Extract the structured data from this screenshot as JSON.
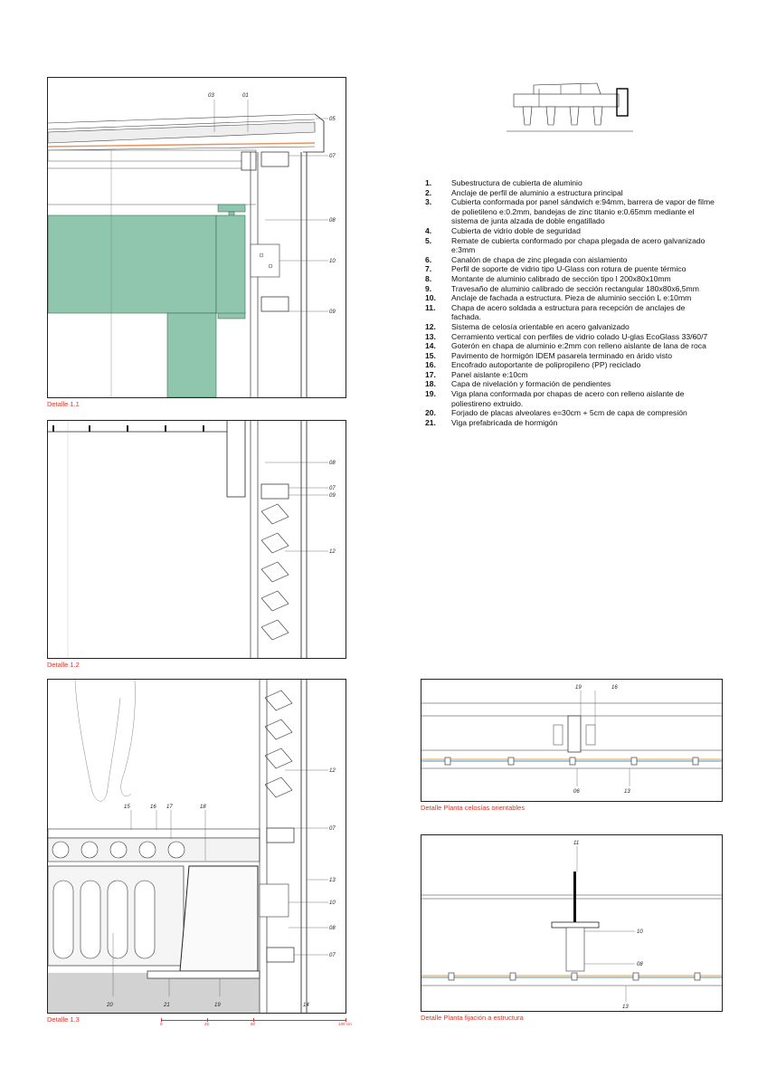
{
  "legend": [
    {
      "num": "1.",
      "text": "Subestructura de cubierta de aluminio"
    },
    {
      "num": "2.",
      "text": "Anclaje de perfil de aluminio a estructura principal"
    },
    {
      "num": "3.",
      "text": "Cubierta conformada por panel sándwich e:94mm, barrera de vapor de filme de polietileno e:0.2mm, bandejas de zinc titanio e:0.65mm mediante el sistema de junta alzada de doble engatillado"
    },
    {
      "num": "4.",
      "text": "Cubierta de vidrio doble de seguridad"
    },
    {
      "num": "5.",
      "text": "Remate de cubierta conformado por chapa plegada de acero galvanizado e:3mm"
    },
    {
      "num": "6.",
      "text": "Canalón de chapa de zinc plegada con aislamiento"
    },
    {
      "num": "7.",
      "text": "Perfil de soporte de vidrio tipo U-Glass con rotura de puente térmico"
    },
    {
      "num": "8.",
      "text": "Montante de aluminio calibrado de sección tipo I 200x80x10mm"
    },
    {
      "num": "9.",
      "text": "Travesaño de aluminio calibrado de sección rectangular 180x80x6,5mm"
    },
    {
      "num": "10.",
      "text": "Anclaje de fachada a estructura. Pieza de aluminio sección L e:10mm"
    },
    {
      "num": "11.",
      "text": "Chapa de acero soldada a estructura para recepción de anclajes de fachada."
    },
    {
      "num": "12.",
      "text": "Sistema de celosía orientable en acero galvanizado"
    },
    {
      "num": "13.",
      "text": "Cerramiento vertical con perfiles de vidrio colado U-glas EcoGlass 33/60/7"
    },
    {
      "num": "14.",
      "text": "Goterón en chapa de aluminio e:2mm con relleno aislante de lana de roca"
    },
    {
      "num": "15.",
      "text": "Pavimento de hormigón IDEM pasarela terminado en árido visto"
    },
    {
      "num": "16.",
      "text": "Encofrado autoportante de polipropileno (PP) reciclado"
    },
    {
      "num": "17.",
      "text": "Panel aislante e:10cm"
    },
    {
      "num": "18.",
      "text": "Capa de nivelación y formación de pendientes"
    },
    {
      "num": "19.",
      "text": "Viga plana conformada por chapas de acero con relleno aislante de poliestireno extruido."
    },
    {
      "num": "20.",
      "text": "Forjado de placas alveolares e=30cm + 5cm de capa de compresión"
    },
    {
      "num": "21.",
      "text": "Viga prefabricada de hormigón"
    }
  ],
  "captions": {
    "d11": "Detalle 1.1",
    "d12": "Detalle 1.2",
    "d13": "Detalle 1.3",
    "planta_celosias": "Detalle Planta celosías orientables",
    "planta_fijacion": "Detalle Planta fijación a estructura"
  },
  "tags": {
    "d11": [
      "03",
      "01",
      "05",
      "07",
      "08",
      "10",
      "09"
    ],
    "d12": [
      "08",
      "07",
      "09",
      "12"
    ],
    "d13": [
      "12",
      "07",
      "15",
      "16",
      "17",
      "18",
      "13",
      "10",
      "08",
      "07",
      "20",
      "21",
      "19",
      "14"
    ],
    "pc": [
      "19",
      "16",
      "06",
      "13"
    ],
    "pf": [
      "11",
      "10",
      "08",
      "13"
    ]
  },
  "scale": {
    "labels": [
      "0",
      "25",
      "50",
      "100 cm"
    ],
    "values": [
      0,
      25,
      50,
      100
    ]
  },
  "colors": {
    "steel": "#8fc6ad",
    "accent": "#d0392b",
    "ground": "#d2d2d2",
    "orange": "#e8935a"
  }
}
